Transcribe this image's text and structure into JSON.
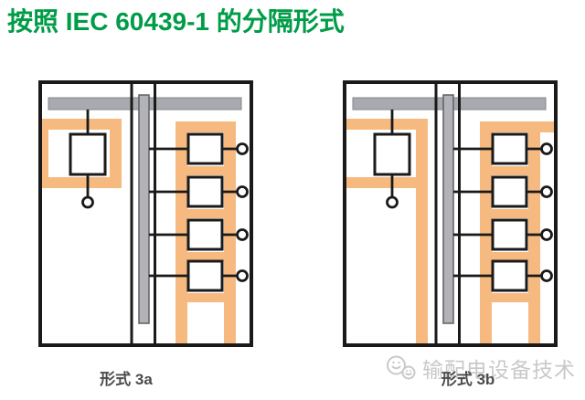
{
  "title": {
    "text": "按照 IEC 60439-1 的分隔形式",
    "color": "#009C47"
  },
  "diagrams": {
    "form3a": {
      "label": "形式 3a",
      "description": "switchgear-separation-form-3a"
    },
    "form3b": {
      "label": "形式 3b",
      "description": "switchgear-separation-form-3b"
    }
  },
  "watermark": {
    "icon": "wechat-logo-icon",
    "text": "输配电设备技术",
    "color": "#C9C9C9"
  },
  "colors": {
    "title_green": "#009C47",
    "compartment_orange": "#F6BA81",
    "busbar_gray": "#A9AAAF",
    "riser_gray": "#B2B3B8",
    "outline_black": "#1A1A1A",
    "label_gray": "#4A4B4D",
    "watermark_gray": "#C9C9C9",
    "background": "#FFFFFF"
  }
}
